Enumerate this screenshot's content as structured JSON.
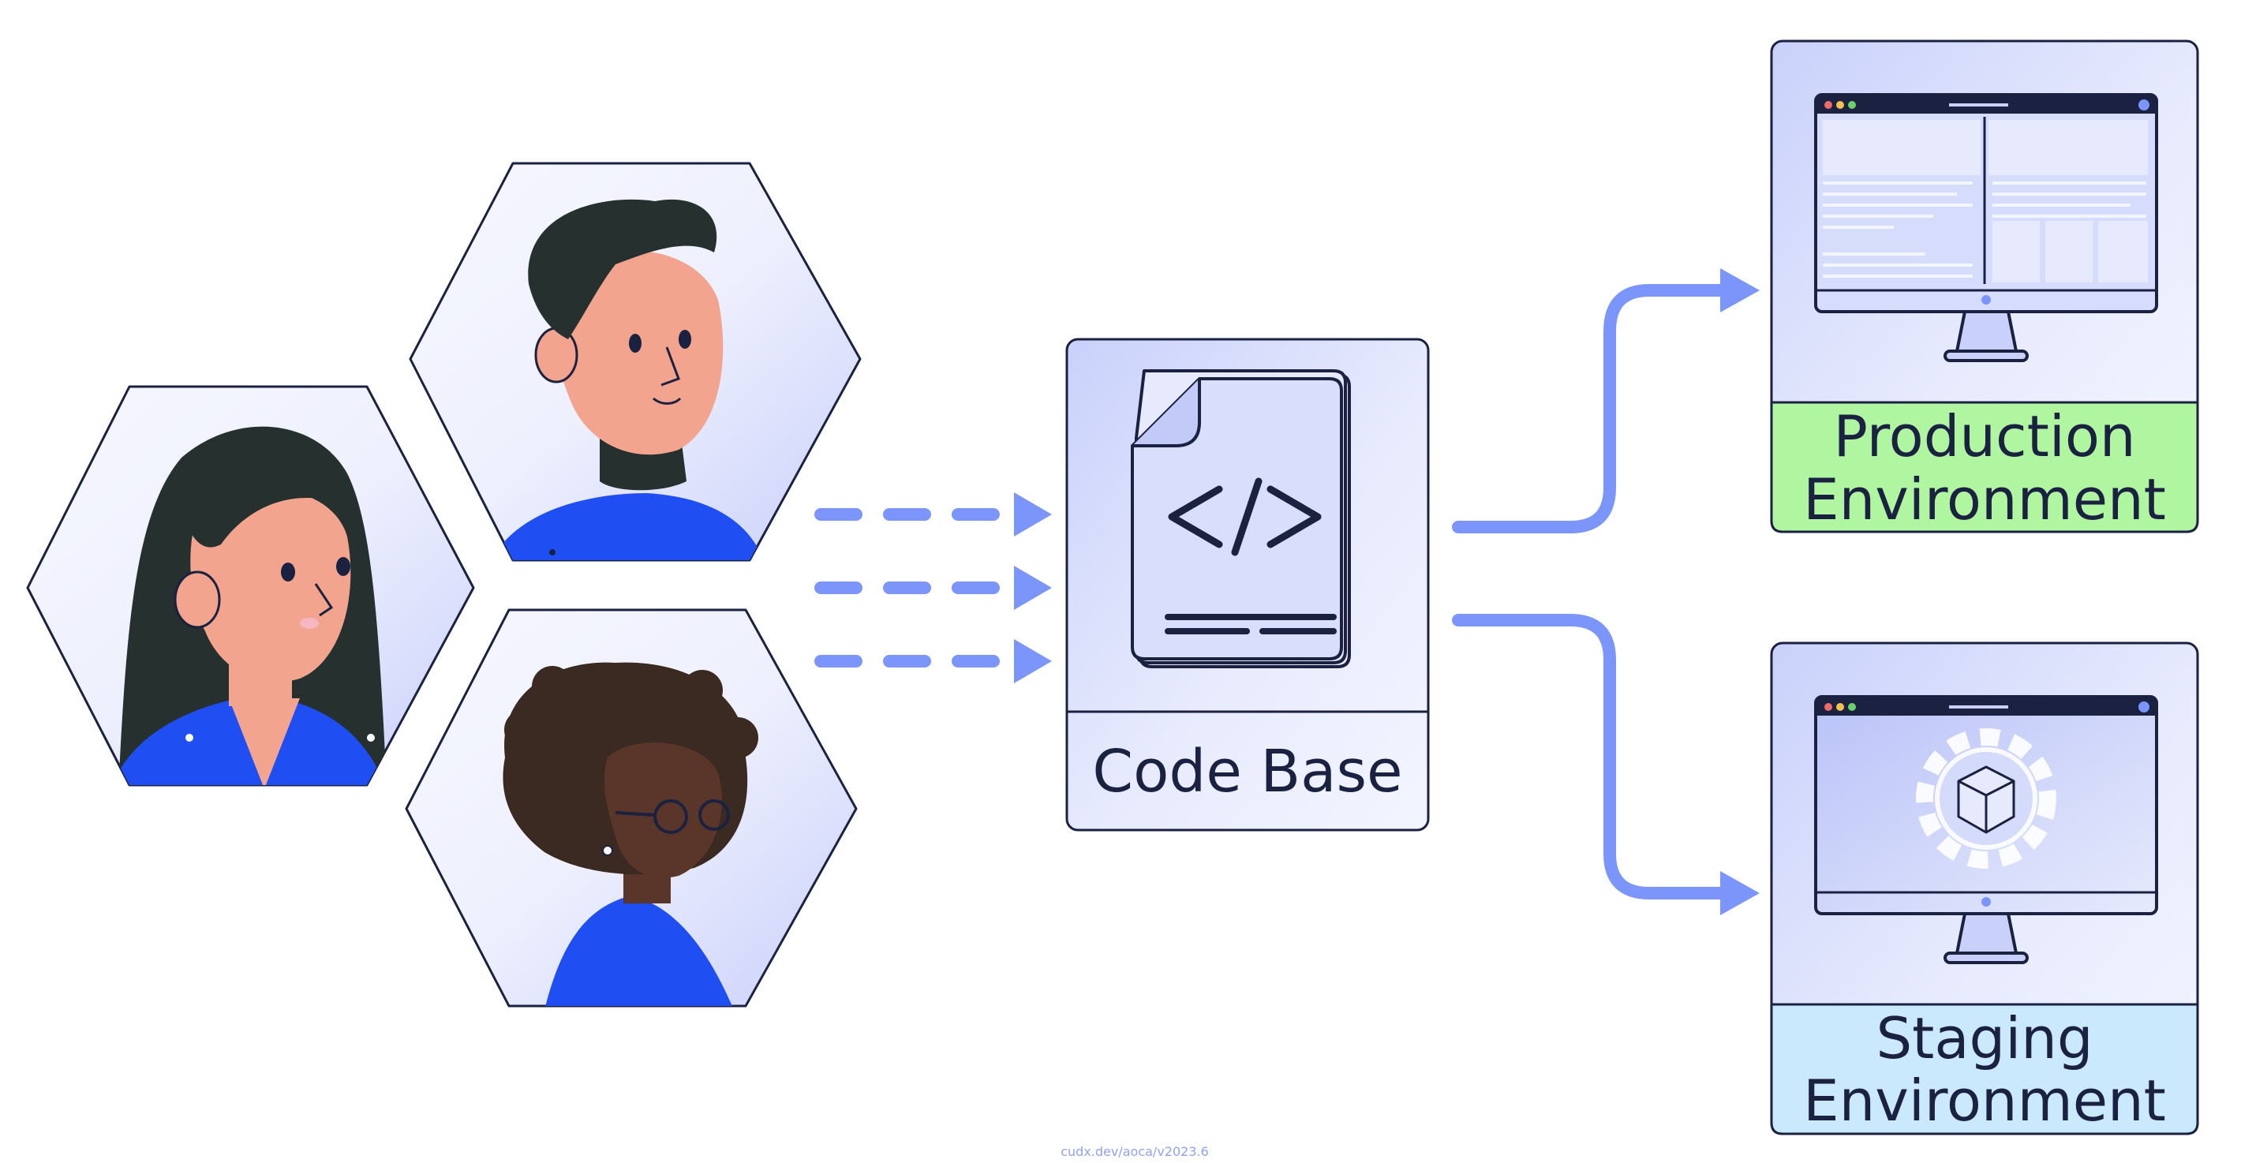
{
  "diagram": {
    "code_base_label": "Code Base",
    "production_label_line1": "Production",
    "production_label_line2": "Environment",
    "staging_label_line1": "Staging",
    "staging_label_line2": "Environment",
    "credit": "cudx.dev/aoca/v2023.6"
  },
  "colors": {
    "arrow": "#7b95fb",
    "outline": "#1b2140",
    "card_fill": "#e6eafc",
    "production_label_bg": "#b0f5a0",
    "staging_label_bg": "#cbe9fd",
    "shirt": "#1f4ef2",
    "skin_light": "#f2a48f",
    "skin_dark": "#5a352a",
    "hair": "#26302f"
  },
  "icons": [
    "developer-avatar-woman",
    "developer-avatar-man",
    "developer-avatar-woman-curly",
    "code-file-icon",
    "monitor-dashboard-icon",
    "monitor-gear-box-icon"
  ]
}
